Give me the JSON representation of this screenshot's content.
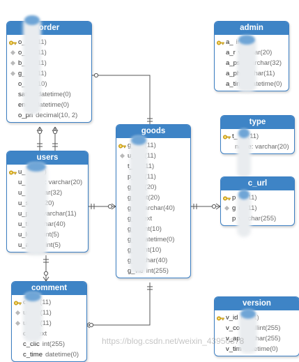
{
  "tables": [
    {
      "id": "order",
      "title": "order",
      "fields": [
        {
          "name": "o_",
          "type": "int(11)",
          "marker": "key"
        },
        {
          "name": "o_",
          "type": "int(11)",
          "marker": "diamond"
        },
        {
          "name": "b_",
          "type": "int(11)",
          "marker": "diamond"
        },
        {
          "name": "g_",
          "type": "int(11)",
          "marker": "diamond"
        },
        {
          "name": "o_",
          "type": "int(10)",
          "marker": ""
        },
        {
          "name": "satrt_",
          "type": "datetime(0)",
          "marker": ""
        },
        {
          "name": "end_",
          "type": "datetime(0)",
          "marker": ""
        },
        {
          "name": "o_pri",
          "type": "decimal(10, 2)",
          "marker": ""
        }
      ]
    },
    {
      "id": "admin",
      "title": "admin",
      "fields": [
        {
          "name": "a_",
          "type": "int(11)",
          "marker": "key"
        },
        {
          "name": "a_r",
          "type": "varchar(20)",
          "marker": ""
        },
        {
          "name": "a_psw",
          "type": "varchar(32)",
          "marker": ""
        },
        {
          "name": "a_phon",
          "type": "char(11)",
          "marker": ""
        },
        {
          "name": "a_time",
          "type": "datetime(0)",
          "marker": ""
        }
      ]
    },
    {
      "id": "type",
      "title": "type",
      "fields": [
        {
          "name": "t_",
          "type": "int(11)",
          "marker": "key"
        },
        {
          "name": "",
          "type": "name: varchar(20)",
          "marker": ""
        }
      ]
    },
    {
      "id": "c_url",
      "title": "c_url",
      "fields": [
        {
          "name": "p",
          "type": "int(11)",
          "marker": "key"
        },
        {
          "name": "g",
          "type": "int(11)",
          "marker": "diamond"
        },
        {
          "name": "p",
          "type": "varchar(255)",
          "marker": ""
        }
      ]
    },
    {
      "id": "users",
      "title": "users",
      "fields": [
        {
          "name": "u_",
          "type": "int(11)",
          "marker": "key"
        },
        {
          "name": "u_",
          "type": "name: varchar(20)",
          "marker": ""
        },
        {
          "name": "u_",
          "type": "varchar(32)",
          "marker": ""
        },
        {
          "name": "u_su",
          "type": "int(20)",
          "marker": ""
        },
        {
          "name": "u_phon",
          "type": "varchar(11)",
          "marker": ""
        },
        {
          "name": "u_time",
          "type": "char(40)",
          "marker": ""
        },
        {
          "name": "u_log_s",
          "type": "int(5)",
          "marker": ""
        },
        {
          "name": "u_acc_s",
          "type": "int(5)",
          "marker": ""
        }
      ]
    },
    {
      "id": "goods",
      "title": "goods",
      "fields": [
        {
          "name": "g_",
          "type": "int(11)",
          "marker": "key"
        },
        {
          "name": "u_",
          "type": "int(11)",
          "marker": "diamond"
        },
        {
          "name": "t_",
          "type": "int(11)",
          "marker": ""
        },
        {
          "name": "p_",
          "type": "int(11)",
          "marker": ""
        },
        {
          "name": "g_",
          "type": "int(20)",
          "marker": ""
        },
        {
          "name": "g_c",
          "type": "int(20)",
          "marker": ""
        },
        {
          "name": "g_ti",
          "type": "varchar(40)",
          "marker": ""
        },
        {
          "name": "g_d",
          "type": "text",
          "marker": ""
        },
        {
          "name": "g_st",
          "type": "int(10)",
          "marker": ""
        },
        {
          "name": "g_ti",
          "type": "datetime(0)",
          "marker": ""
        },
        {
          "name": "g_w",
          "type": "int(10)",
          "marker": ""
        },
        {
          "name": "g_ni",
          "type": "char(40)",
          "marker": ""
        },
        {
          "name": "g_vie",
          "type": "int(255)",
          "marker": ""
        }
      ]
    },
    {
      "id": "comment",
      "title": "comment",
      "fields": [
        {
          "name": "c_",
          "type": "int(11)",
          "marker": "key"
        },
        {
          "name": "u_",
          "type": "int(11)",
          "marker": "diamond"
        },
        {
          "name": "u_",
          "type": "int(11)",
          "marker": "diamond"
        },
        {
          "name": "c_c",
          "type": "text",
          "marker": ""
        },
        {
          "name": "c_clic",
          "type": "int(255)",
          "marker": ""
        },
        {
          "name": "c_time",
          "type": "datetime(0)",
          "marker": ""
        }
      ]
    },
    {
      "id": "version",
      "title": "version",
      "fields": [
        {
          "name": "v_id",
          "type": "int(11)",
          "marker": "key"
        },
        {
          "name": "v_co",
          "type": "smallint(255)",
          "marker": ""
        },
        {
          "name": "v_ap",
          "type": "varchar(255)",
          "marker": ""
        },
        {
          "name": "v_tim",
          "type": "datetime(0)",
          "marker": ""
        }
      ]
    }
  ],
  "watermark": "https://blog.csdn.net/weixin_43950878",
  "colors": {
    "header": "#3e84c6",
    "border": "#3b7ec2",
    "line": "#555555",
    "key": "#e5b81e",
    "diamond": "#b9b9b9"
  }
}
